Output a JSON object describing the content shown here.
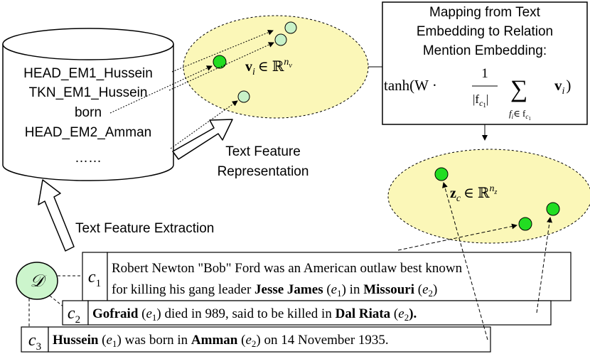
{
  "features": {
    "f1": "HEAD_EM1_Hussein",
    "f2": "TKN_EM1_Hussein",
    "f3": "born",
    "f4": "HEAD_EM2_Amman",
    "f5": "……"
  },
  "text_embedding": {
    "label_v": "v",
    "label_i": "i",
    "label_in": "∈ ℝ",
    "label_sup": "n",
    "label_sub": "v"
  },
  "mapping_box": {
    "line1": "Mapping from Text",
    "line2": "Embedding to Relation",
    "line3": "Mention Embedding:",
    "tanh": "tanh(W ·",
    "one": "1",
    "frac_den": "|f",
    "frac_den_sub": "c",
    "frac_den_sub2": "1",
    "frac_den_end": "|",
    "sum": "∑",
    "sum_sub": "f",
    "sum_sub_i": "i",
    "sum_sub_in": "∈ f",
    "sum_sub_c": "c",
    "sum_sub_1": "1",
    "vi": "v",
    "vi_sub": "i",
    "close": ")"
  },
  "relation_embedding": {
    "label_z": "z",
    "label_c": "c",
    "label_in": "∈ ℝ",
    "label_sup": "n",
    "label_sub": "z"
  },
  "labels": {
    "text_feature_rep_1": "Text Feature",
    "text_feature_rep_2": "Representation",
    "text_feature_extraction": "Text Feature Extraction"
  },
  "dataset": {
    "symbol": "𝒟"
  },
  "mentions": [
    {
      "id_c": "c",
      "id_n": "1",
      "line1": "Robert Newton \"Bob\" Ford was an American outlaw best known",
      "line2_a": "for killing his gang leader ",
      "e1_name": "Jesse James",
      "e1_paren_open": " (",
      "e1_e": "e",
      "e1_n": "1",
      "e1_paren_close": ") in ",
      "e2_name": "Missouri",
      "e2_paren_open": " (",
      "e2_e": "e",
      "e2_n": "2",
      "e2_paren_close": ")"
    },
    {
      "id_c": "c",
      "id_n": "2",
      "e1_name": "Gofraid",
      "e1_paren_open": " (",
      "e1_e": "e",
      "e1_n": "1",
      "mid": ") died in 989, said to be killed in ",
      "e2_name": "Dal Riata",
      "e2_paren_open": " (",
      "e2_e": "e",
      "e2_n": "2",
      "e2_paren_close": ")."
    },
    {
      "id_c": "c",
      "id_n": "3",
      "e1_name": "Hussein",
      "e1_paren_open": " (",
      "e1_e": "e",
      "e1_n": "1",
      "mid": ") was born in ",
      "e2_name": "Amman",
      "e2_paren_open": " (",
      "e2_e": "e",
      "e2_n": "2",
      "tail": ") on 14 November 1935."
    }
  ],
  "colors": {
    "ellipse_fill": "#fbf7b8",
    "node_bright": "#22dd22",
    "node_pale": "#c8f2c8",
    "dataset_fill": "#ccf5cc"
  }
}
